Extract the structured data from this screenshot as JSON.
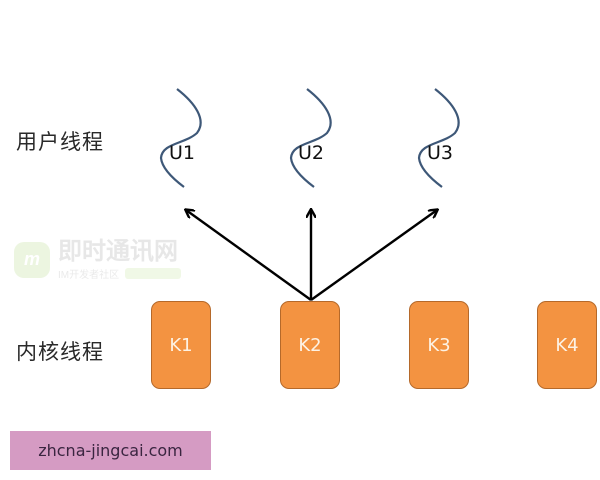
{
  "diagram": {
    "labels": {
      "user_threads": "用户线程",
      "kernel_threads": "内核线程"
    },
    "user_threads": [
      {
        "label": "U1"
      },
      {
        "label": "U2"
      },
      {
        "label": "U3"
      }
    ],
    "kernel_threads": [
      {
        "label": "K1"
      },
      {
        "label": "K2"
      },
      {
        "label": "K3"
      },
      {
        "label": "K4"
      }
    ],
    "mapping": {
      "from": "K2",
      "to": [
        "U1",
        "U2",
        "U3"
      ],
      "type": "one kernel thread to many user threads"
    },
    "colors": {
      "kernel_box_fill": "#f39341",
      "kernel_box_border": "#b5692a",
      "kernel_text": "#fdf2e4",
      "wave_stroke": "#3e5878",
      "arrow_stroke": "#000000"
    }
  },
  "watermark": {
    "logo_glyph": "m",
    "title": "即时通讯网",
    "subtitle": "IM开发者社区"
  },
  "footer": {
    "site": "zhcna-jingcai.com",
    "background": "#d59bc3"
  }
}
